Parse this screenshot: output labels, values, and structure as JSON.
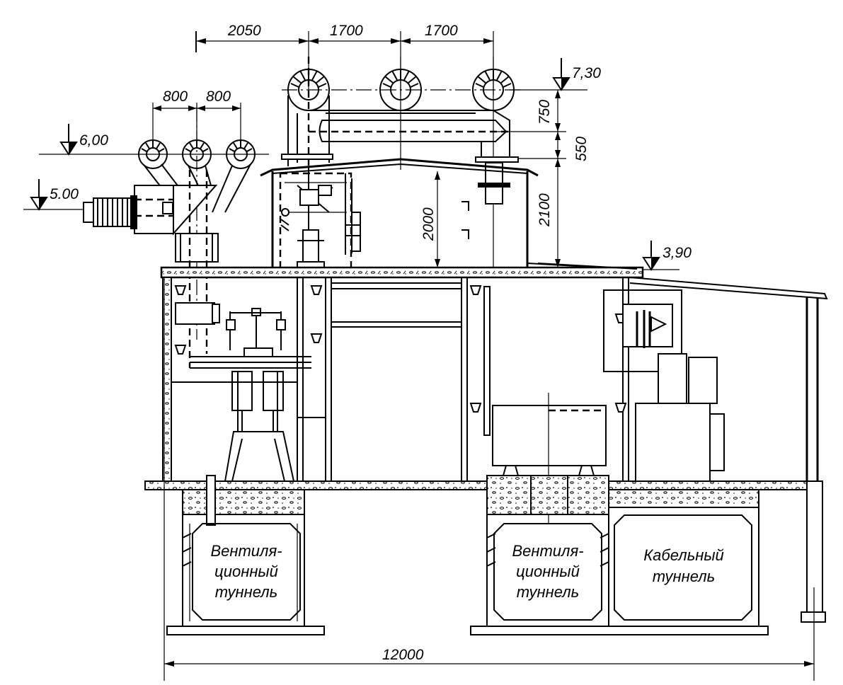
{
  "dimensions": {
    "top_spacing": [
      "2050",
      "1700",
      "1700"
    ],
    "left_spacing": [
      "800",
      "800"
    ],
    "vertical_right": [
      "750",
      "550",
      "2100"
    ],
    "vertical_inner": "2000",
    "overall_width": "12000"
  },
  "elevations": {
    "top_busbar": "7,30",
    "left_busbar": "6,00",
    "left_bushing": "5.00",
    "floor": "3,90"
  },
  "tunnels": {
    "left": [
      "Вентиля-",
      "ционный",
      "туннель"
    ],
    "middle": [
      "Вентиля-",
      "ционный",
      "туннель"
    ],
    "right": [
      "Кабельный",
      "туннель"
    ]
  }
}
